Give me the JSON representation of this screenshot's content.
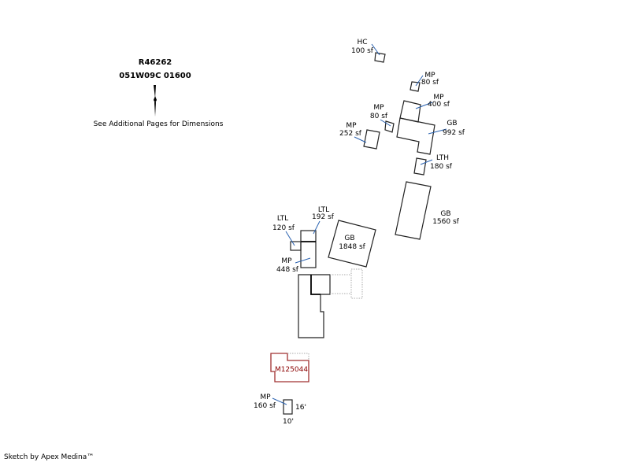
{
  "header": {
    "parcel_id": "R46262",
    "map_number": "051W09C 01600",
    "note": "See Additional Pages for Dimensions"
  },
  "areas": [
    {
      "code": "HC",
      "size": "100 sf"
    },
    {
      "code": "MP",
      "size": "80 sf"
    },
    {
      "code": "MP",
      "size": "400 sf"
    },
    {
      "code": "MP",
      "size": "80 sf"
    },
    {
      "code": "GB",
      "size": "992 sf"
    },
    {
      "code": "MP",
      "size": "252 sf"
    },
    {
      "code": "LTH",
      "size": "180 sf"
    },
    {
      "code": "GB",
      "size": "1560 sf"
    },
    {
      "code": "LTL",
      "size": "192 sf"
    },
    {
      "code": "LTL",
      "size": "120 sf"
    },
    {
      "code": "GB",
      "size": "1848 sf"
    },
    {
      "code": "MP",
      "size": "448 sf"
    },
    {
      "code": "MP",
      "size": "160 sf"
    }
  ],
  "manufactured_home": {
    "label": "M125044",
    "color": "#a03030"
  },
  "dimensions": {
    "width": "10'",
    "depth": "16'"
  },
  "footer": "Sketch by Apex Medina™"
}
